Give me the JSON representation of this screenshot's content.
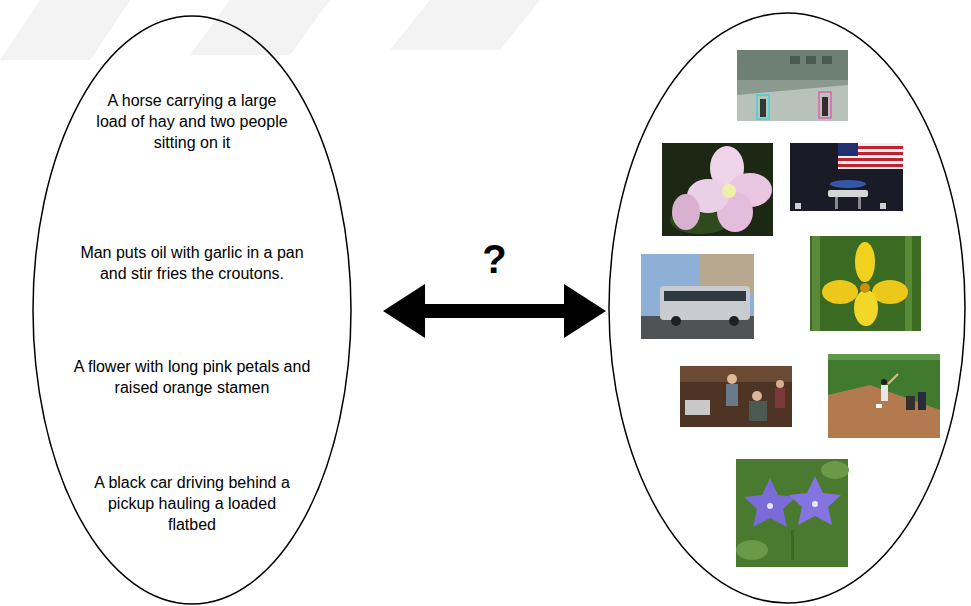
{
  "diagram": {
    "nodes": [
      {
        "text": [
          "A horse carrying a large load of hay and two people sitting on it",
          "Man puts oil with garlic in a pan and stir fries the croutons.",
          "A flower with long pink petals and raised orange stamen",
          "A black car driving behind a pickup hauling a loaded flatbed"
        ]
      },
      {
        "text": []
      }
    ],
    "edges": [
      {
        "from": 0,
        "to": 1,
        "arrow": "both",
        "label": "?"
      }
    ]
  }
}
